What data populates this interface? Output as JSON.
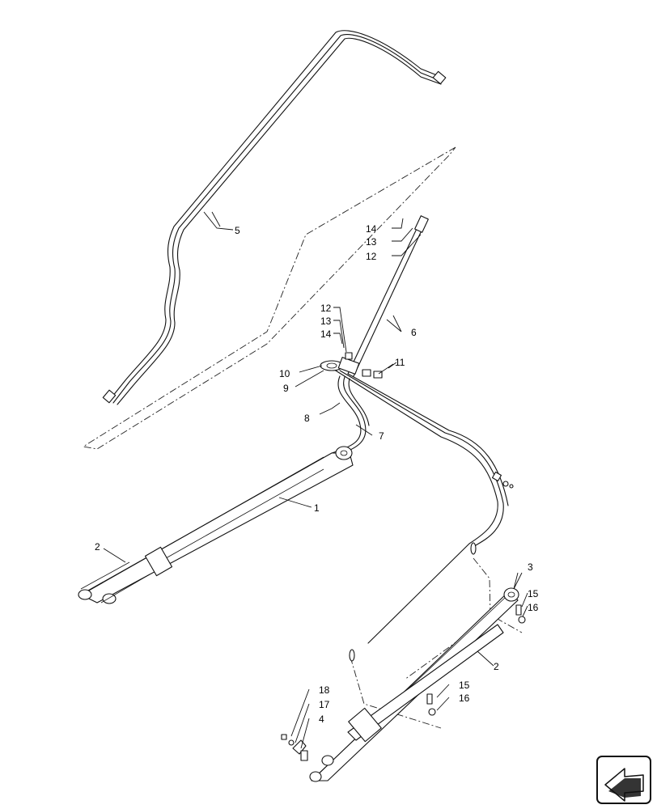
{
  "callouts": {
    "c1": "1",
    "c2a": "2",
    "c2b": "2",
    "c3": "3",
    "c4": "4",
    "c5": "5",
    "c6": "6",
    "c7": "7",
    "c8": "8",
    "c9": "9",
    "c10": "10",
    "c11": "11",
    "c12a": "12",
    "c12b": "12",
    "c13a": "13",
    "c13b": "13",
    "c14a": "14",
    "c14b": "14",
    "c15a": "15",
    "c15b": "15",
    "c16a": "16",
    "c16b": "16",
    "c17": "17",
    "c18": "18"
  },
  "nav_icon": "arrow-left-icon"
}
